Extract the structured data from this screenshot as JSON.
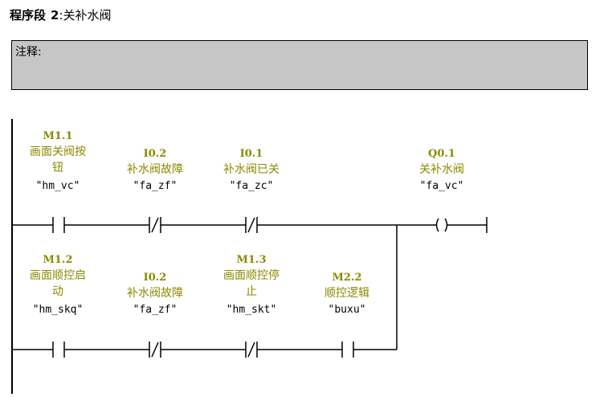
{
  "segment": {
    "label": "程序段",
    "number": "2",
    "separator": ":",
    "title": "关补水阀"
  },
  "comment": {
    "label": "注释:"
  },
  "rung1": [
    {
      "address": "M1.1",
      "name1": "画面关阀按",
      "name2": "钮",
      "symbol": "\"hm_vc\"",
      "type": "NO"
    },
    {
      "address": "I0.2",
      "name1": "补水阀故障",
      "name2": "",
      "symbol": "\"fa_zf\"",
      "type": "NC"
    },
    {
      "address": "I0.1",
      "name1": "补水阀已关",
      "name2": "",
      "symbol": "\"fa_zc\"",
      "type": "NC"
    }
  ],
  "coil": {
    "address": "Q0.1",
    "name1": "关补水阀",
    "symbol": "\"fa_vc\"",
    "glyph": "( )"
  },
  "rung2": [
    {
      "address": "M1.2",
      "name1": "画面顺控启",
      "name2": "动",
      "symbol": "\"hm_skq\"",
      "type": "NO"
    },
    {
      "address": "I0.2",
      "name1": "补水阀故障",
      "name2": "",
      "symbol": "\"fa_zf\"",
      "type": "NC"
    },
    {
      "address": "M1.3",
      "name1": "画面顺控停",
      "name2": "止",
      "symbol": "\"hm_skt\"",
      "type": "NC"
    },
    {
      "address": "M2.2",
      "name1": "顺控逻辑",
      "name2": "",
      "symbol": "\"buxu\"",
      "type": "NO"
    }
  ]
}
